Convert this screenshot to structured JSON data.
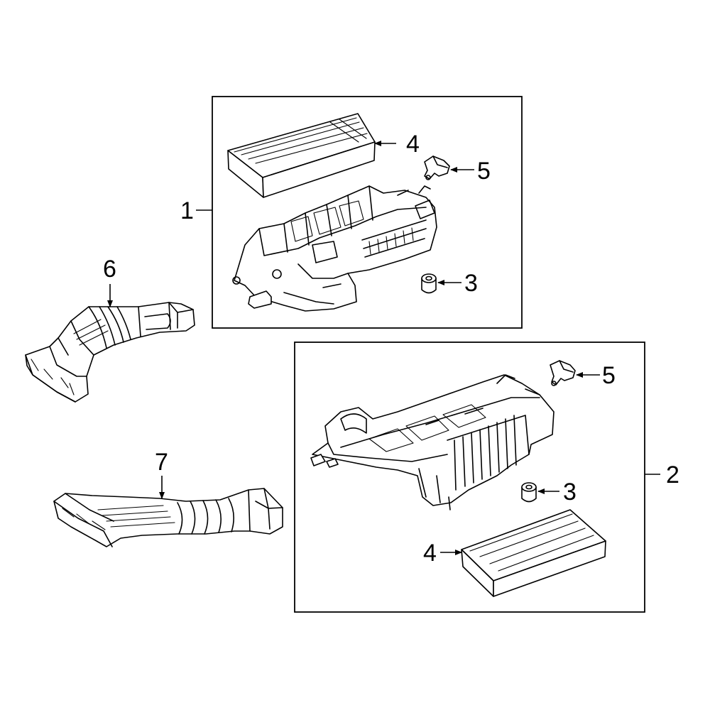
{
  "colors": {
    "filter_fill": "#2536b8",
    "filter_dark": "#1a2796",
    "line": "#000000",
    "background": "#ffffff"
  },
  "callouts": {
    "c1": "1",
    "c2": "2",
    "c3_top": "3",
    "c3_bottom": "3",
    "c4_top": "4",
    "c4_bottom": "4",
    "c5_top": "5",
    "c5_bottom": "5",
    "c6": "6",
    "c7": "7"
  }
}
